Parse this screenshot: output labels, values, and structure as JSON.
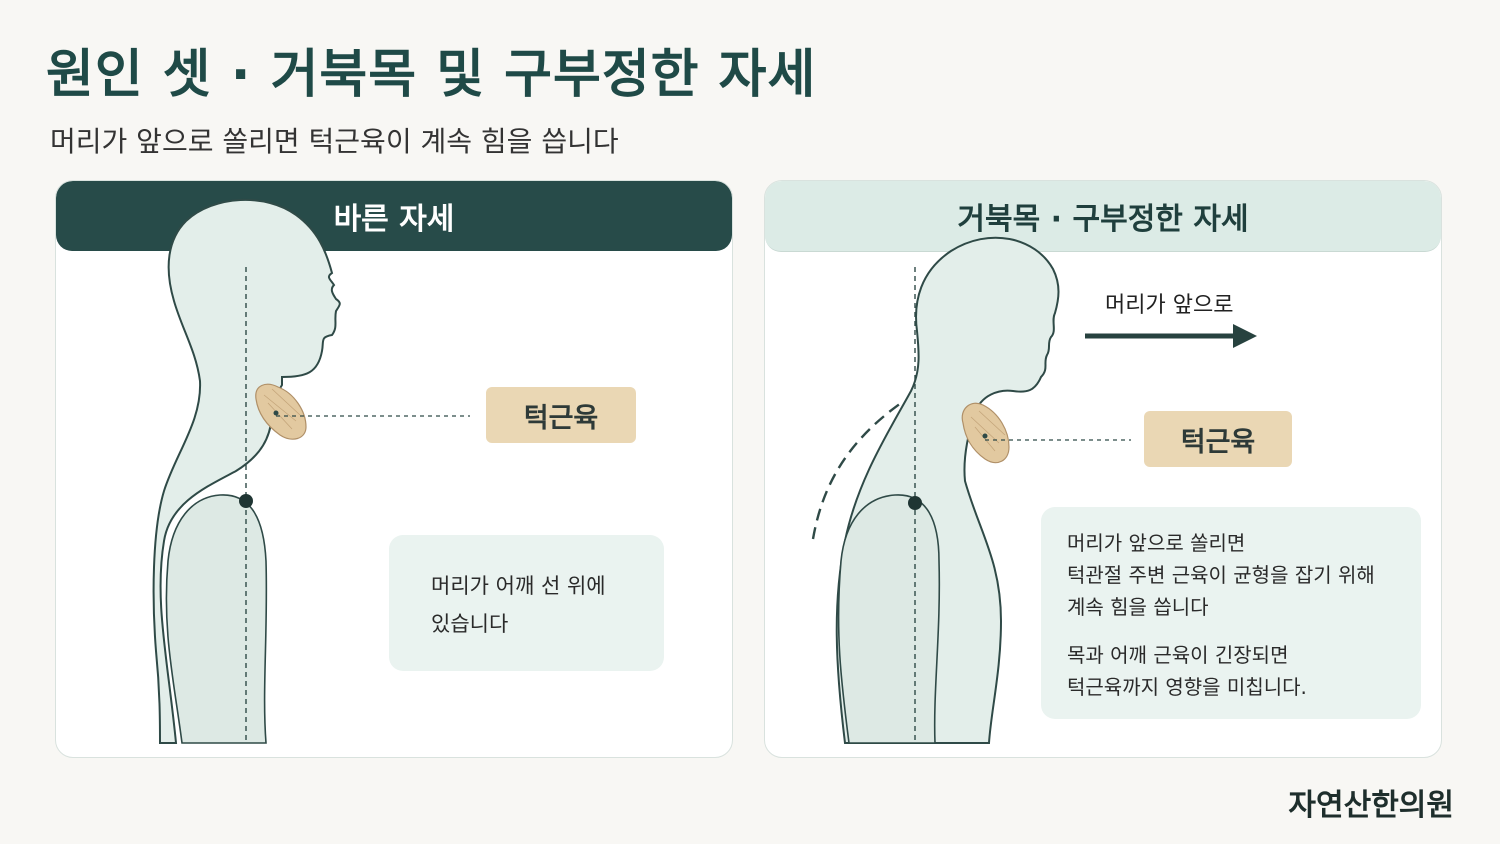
{
  "title": "원인 셋 · 거북목 및 구부정한 자세",
  "subtitle": "머리가 앞으로 쏠리면 턱근육이 계속 힘을 씁니다",
  "left_panel": {
    "header": "바른 자세",
    "muscle_tag": "턱근육",
    "note_lines": [
      "머리가 어깨 선 위에",
      "있습니다"
    ]
  },
  "right_panel": {
    "header": "거북목 · 구부정한 자세",
    "arrow_label": "머리가 앞으로",
    "muscle_tag": "턱근육",
    "note_paragraph_1": [
      "머리가 앞으로 쏠리면",
      "턱관절 주변 근육이 균형을 잡기 위해",
      "계속 힘을 씁니다"
    ],
    "note_paragraph_2": [
      "목과 어깨 근육이 긴장되면",
      "턱근육까지 영향을 미칩니다."
    ]
  },
  "clinic_name": "자연산한의원",
  "colors": {
    "accent_dark": "#274b49",
    "accent_light": "#dcebe6",
    "muscle_tag": "#ead7b4",
    "body_fill": "#e3eeea",
    "outline": "#2f4a47"
  }
}
